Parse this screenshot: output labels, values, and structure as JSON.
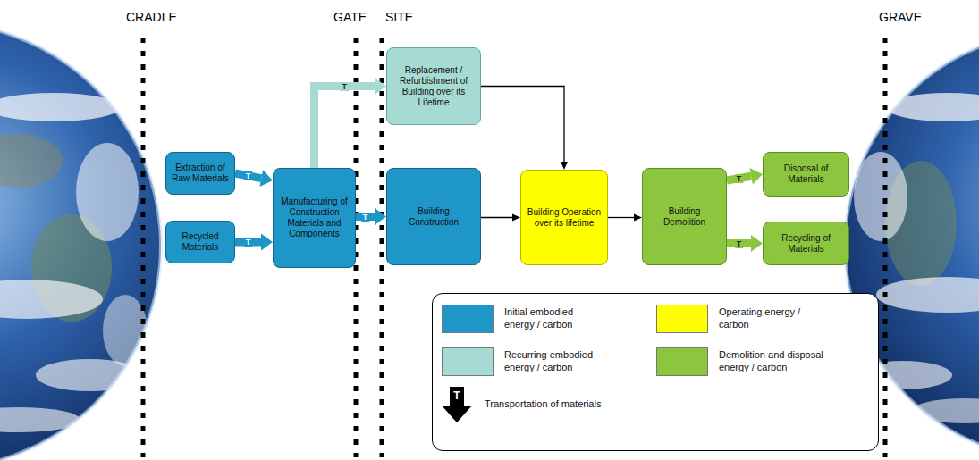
{
  "diagram": {
    "nodes": [
      {
        "text": [
          "Extraction of Raw Materials"
        ]
      },
      {
        "text": [
          "Recycled Materials"
        ]
      },
      {
        "text": [
          "Manufacturing of Construction Materials and Components"
        ]
      },
      {
        "text": [
          "Replacement / Refurbishment of Building over its Lifetime"
        ]
      },
      {
        "text": [
          "Building Construction"
        ]
      },
      {
        "text": [
          "Building Operation over its lifetime"
        ]
      },
      {
        "text": [
          "Building Demolition"
        ]
      },
      {
        "text": [
          "Disposal of Materials"
        ]
      },
      {
        "text": [
          "Recycling of Materials"
        ]
      }
    ],
    "edges": [
      {
        "from": 0,
        "to": 2,
        "arrow": "to",
        "label": "T"
      },
      {
        "from": 1,
        "to": 2,
        "arrow": "to",
        "label": "T"
      },
      {
        "from": 2,
        "to": 3,
        "arrow": "to",
        "label": "T"
      },
      {
        "from": 2,
        "to": 4,
        "arrow": "to",
        "label": "T"
      },
      {
        "from": 4,
        "to": 5,
        "arrow": "to"
      },
      {
        "from": 3,
        "to": 5,
        "arrow": "to"
      },
      {
        "from": 5,
        "to": 6,
        "arrow": "to"
      },
      {
        "from": 6,
        "to": 7,
        "arrow": "to",
        "label": "T"
      },
      {
        "from": 6,
        "to": 8,
        "arrow": "to",
        "label": "T"
      }
    ],
    "labels": [
      "CRADLE",
      "GATE",
      "SITE",
      "GRAVE",
      "T"
    ],
    "legend": [
      {
        "text": "Initial embodied energy / carbon",
        "color": "#1e96c8"
      },
      {
        "text": "Operating energy / carbon",
        "color": "#ffff00"
      },
      {
        "text": "Recurring embodied energy / carbon",
        "color": "#a6dbd3"
      },
      {
        "text": "Demolition and disposal energy / carbon",
        "color": "#8cc63f"
      },
      {
        "text": "Transportation of materials"
      }
    ]
  }
}
